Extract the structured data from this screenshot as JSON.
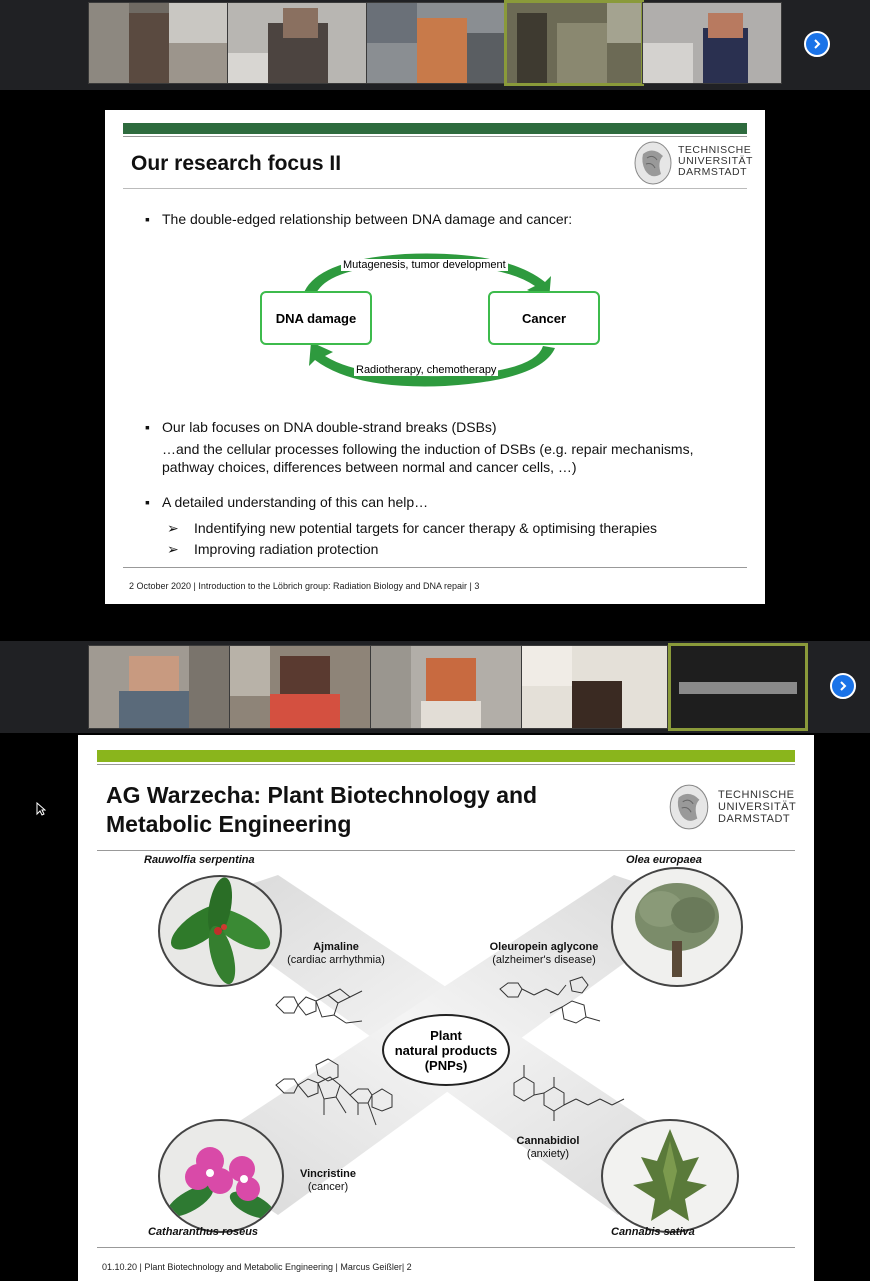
{
  "slide1": {
    "title": "Our research focus II",
    "logo_lines": [
      "TECHNISCHE",
      "UNIVERSITÄT",
      "DARMSTADT"
    ],
    "bullet1": "The double-edged relationship between DNA damage and cancer:",
    "box_left": "DNA damage",
    "box_right": "Cancer",
    "arrow_top_label": "Mutagenesis, tumor development",
    "arrow_bottom_label": "Radiotherapy, chemotherapy",
    "bullet2": "Our lab focuses on DNA double-strand breaks (DSBs)",
    "bullet2_sub": "…and the cellular processes following the induction of DSBs (e.g. repair mechanisms, pathway choices, differences between normal and cancer cells, …)",
    "bullet3": "A detailed understanding of this can help…",
    "sub1": "Indentifying new potential targets for cancer therapy & optimising therapies",
    "sub2": "Improving radiation protection",
    "footer": "2 October 2020  |  Introduction to the Löbrich group: Radiation Biology and DNA repair  |  3",
    "colors": {
      "bar": "#2e6b3e",
      "box_border": "#3dbb4c",
      "arrow": "#2e9a3e"
    }
  },
  "slide2": {
    "title_line1": "AG Warzecha: Plant Biotechnology and",
    "title_line2": "Metabolic Engineering",
    "logo_lines": [
      "TECHNISCHE",
      "UNIVERSITÄT",
      "DARMSTADT"
    ],
    "plant_tl": "Rauwolfia serpentina",
    "plant_tr": "Olea europaea",
    "plant_bl": "Catharanthus roseus",
    "plant_br": "Cannabis sativa",
    "center_line1": "Plant",
    "center_line2": "natural products",
    "center_line3": "(PNPs)",
    "cmp1_name": "Ajmaline",
    "cmp1_use": "(cardiac arrhythmia)",
    "cmp2_name": "Oleuropein aglycone",
    "cmp2_use": "(alzheimer's disease)",
    "cmp3_name": "Vincristine",
    "cmp3_use": "(cancer)",
    "cmp4_name": "Cannabidiol",
    "cmp4_use": "(anxiety)",
    "footer": "01.10.20  |  Plant Biotechnology and Metabolic Engineering  |  Marcus Geißler|  2",
    "colors": {
      "bar": "#8ab51c"
    }
  },
  "icons": {
    "next": "chevron-right-icon",
    "cursor": "mouse-pointer-icon"
  }
}
